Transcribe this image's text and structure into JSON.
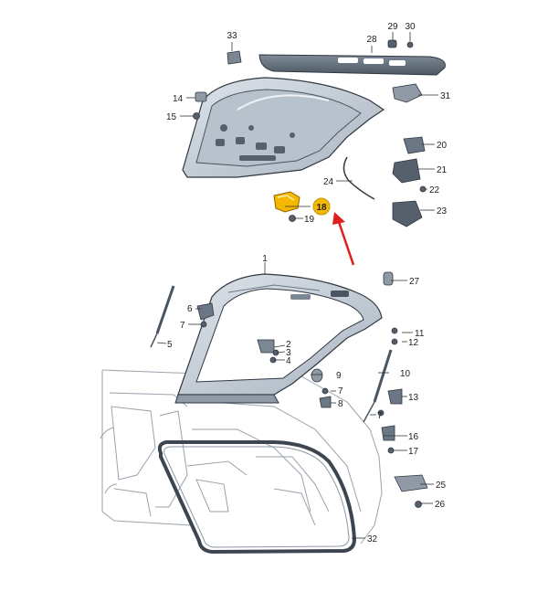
{
  "diagram": {
    "callouts": [
      {
        "id": "c1",
        "text": "1"
      },
      {
        "id": "c2",
        "text": "2"
      },
      {
        "id": "c3",
        "text": "3"
      },
      {
        "id": "c4",
        "text": "4"
      },
      {
        "id": "c5",
        "text": "5"
      },
      {
        "id": "c6",
        "text": "6"
      },
      {
        "id": "c7a",
        "text": "7"
      },
      {
        "id": "c7b",
        "text": "7"
      },
      {
        "id": "c7c",
        "text": "7"
      },
      {
        "id": "c8",
        "text": "8"
      },
      {
        "id": "c9",
        "text": "9"
      },
      {
        "id": "c10",
        "text": "10"
      },
      {
        "id": "c11",
        "text": "11"
      },
      {
        "id": "c12",
        "text": "12"
      },
      {
        "id": "c13",
        "text": "13"
      },
      {
        "id": "c14",
        "text": "14"
      },
      {
        "id": "c15",
        "text": "15"
      },
      {
        "id": "c16",
        "text": "16"
      },
      {
        "id": "c17",
        "text": "17"
      },
      {
        "id": "c18",
        "text": "18"
      },
      {
        "id": "c19",
        "text": "19"
      },
      {
        "id": "c20",
        "text": "20"
      },
      {
        "id": "c21",
        "text": "21"
      },
      {
        "id": "c22",
        "text": "22"
      },
      {
        "id": "c23",
        "text": "23"
      },
      {
        "id": "c24",
        "text": "24"
      },
      {
        "id": "c25",
        "text": "25"
      },
      {
        "id": "c26",
        "text": "26"
      },
      {
        "id": "c27",
        "text": "27"
      },
      {
        "id": "c28",
        "text": "28"
      },
      {
        "id": "c29",
        "text": "29"
      },
      {
        "id": "c30",
        "text": "30"
      },
      {
        "id": "c31",
        "text": "31"
      },
      {
        "id": "c32",
        "text": "32"
      },
      {
        "id": "c33",
        "text": "33"
      }
    ],
    "highlight": {
      "part": "18",
      "color": "#f5b800",
      "arrow_color": "#e01e1e"
    },
    "colors": {
      "line": "#333333",
      "panel_fill": "#c9d1da",
      "panel_dark": "#6b7785",
      "body_line": "#9aa3ad"
    }
  }
}
